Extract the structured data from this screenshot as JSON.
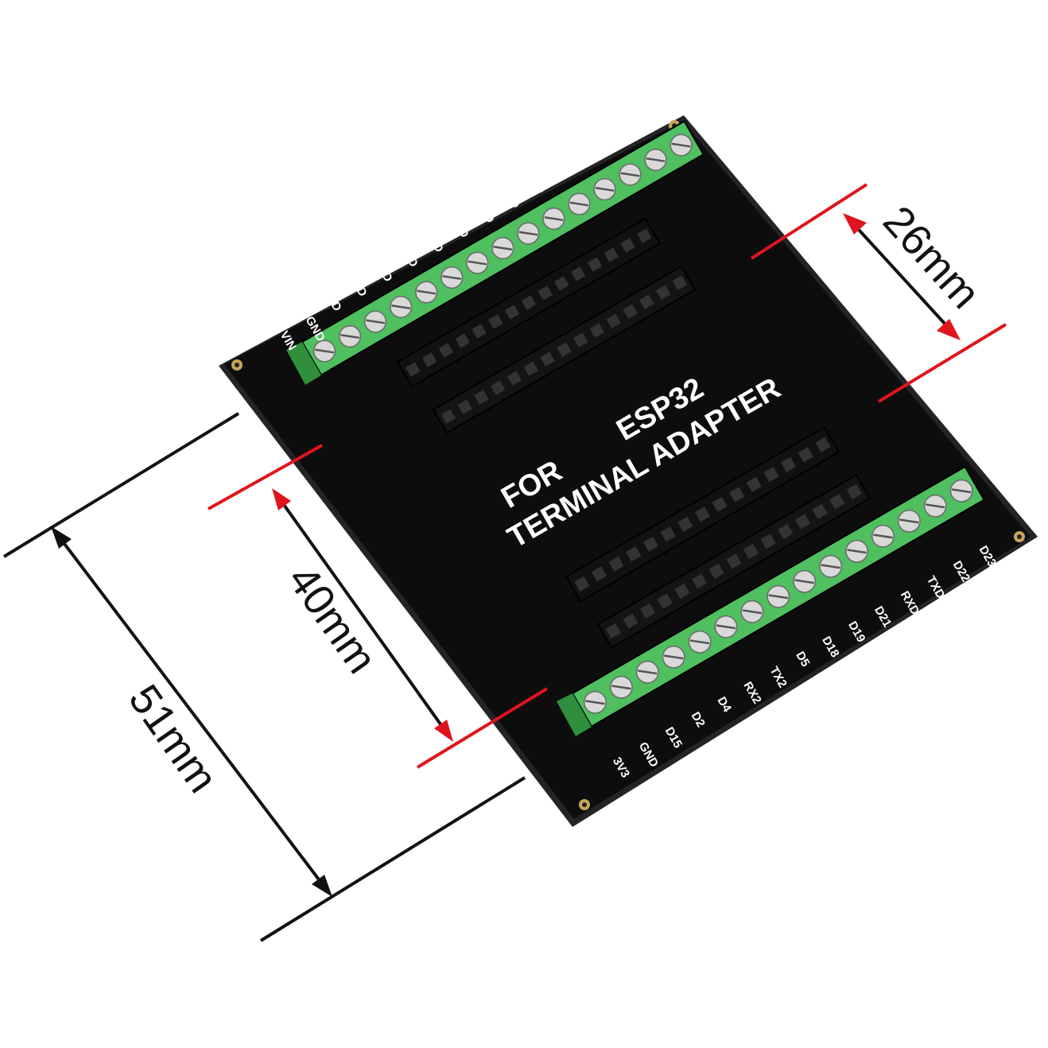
{
  "colors": {
    "board": "#0d0d0d",
    "board_edge": "#2a2a2a",
    "terminal_green": "#4fbf5f",
    "terminal_dark": "#2f8f3c",
    "header_black": "#111111",
    "dimension_red": "#e0141c",
    "dimension_black": "#111111"
  },
  "board": {
    "silk_line1": "FOR",
    "silk_line2": "ESP32",
    "silk_line3": "TERMINAL ADAPTER"
  },
  "dimensions": {
    "top_gap": "26mm",
    "inner_width": "40mm",
    "outer_width": "51mm"
  },
  "pins_bottom": [
    "3V3",
    "GND",
    "D15",
    "D2",
    "D4",
    "RX2",
    "TX2",
    "D5",
    "D18",
    "D19",
    "D21",
    "RXD",
    "TXD",
    "D22",
    "D23"
  ],
  "pins_top_partial": [
    "VIN",
    "GND",
    "D",
    "D",
    "D",
    "D",
    "D",
    "D",
    "D",
    "D",
    "D",
    "D"
  ]
}
